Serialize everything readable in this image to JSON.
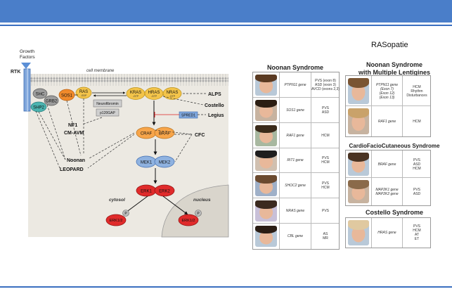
{
  "slide": {
    "title": "RASopatie"
  },
  "colors": {
    "header_bar": "#4a7ec9",
    "rule": "#3a6fc0"
  },
  "diagram": {
    "growth_factors": "Growth\nFactors",
    "rtk": "RTK",
    "cell_membrane": "cell membrane",
    "shc": "SHC",
    "grb2": "GRB2",
    "shp2": "SHP2",
    "sos1": "SOS1",
    "ras": "RAS",
    "ras_sub": "-GDP",
    "kras": "KRAS",
    "hras": "HRAS",
    "nras": "NRAS",
    "gtp": "-GTP",
    "neurofibromin": "Neurofibromin",
    "p120gap": "p120GAP",
    "spred1": "SPRED1",
    "craf": "CRAF",
    "braf": "BRAF",
    "mek1": "MEK1",
    "mek2": "MEK2",
    "erk1": "ERK1",
    "erk2": "ERK2",
    "erk12": "ERK1/2",
    "p": "P",
    "cytosol": "cytosol",
    "nucleus": "nucleus",
    "labels": {
      "alps": "ALPS",
      "costello": "Costello",
      "legius": "Legius",
      "cfc": "CFC",
      "nf1": "NF1",
      "cm_avm": "CM-AVM",
      "noonan": "Noonan",
      "leopard": "LEOPARD"
    }
  },
  "syndromes": {
    "noonan": {
      "title": "Noonan Syndrome",
      "rows": [
        {
          "gene": "PTPN11 gene",
          "pheno": "PVS (exon 8)\nASD (exon 3)\nAVCD (exons 2,3)"
        },
        {
          "gene": "SOS1 gene",
          "pheno": "PVS\nASD"
        },
        {
          "gene": "RAF1 gene",
          "pheno": "HCM"
        },
        {
          "gene": "RIT1 gene",
          "pheno": "PVS\nHCM"
        },
        {
          "gene": "SHOC2 gene",
          "pheno": "PVS\nHCM"
        },
        {
          "gene": "NRAS gene",
          "pheno": "PVS"
        },
        {
          "gene": "CBL gene",
          "pheno": "AS\nMR"
        }
      ]
    },
    "noonan_ml": {
      "title": "Noonan Syndrome\nwith Multiple Lentigines",
      "rows": [
        {
          "gene": "PTPN11 gene\n(Exon 7)\n(Exon 12)\n(Exon 13)",
          "pheno": "HCM\nRhythm\nDisturbances"
        },
        {
          "gene": "RAF1 gene",
          "pheno": "HCM"
        }
      ]
    },
    "cfc": {
      "title": "CardioFacioCutaneous Syndrome",
      "rows": [
        {
          "gene": "BRAF gene",
          "pheno": "PVS\nASD\nHCM"
        },
        {
          "gene": "MAP2K1 gene\nMAP2K2 gene",
          "pheno": "PVS\nASD"
        }
      ]
    },
    "costello": {
      "title": "Costello Syndrome",
      "rows": [
        {
          "gene": "HRAS gene",
          "pheno": "PVS\nHCM\nAT\nET"
        }
      ]
    }
  }
}
